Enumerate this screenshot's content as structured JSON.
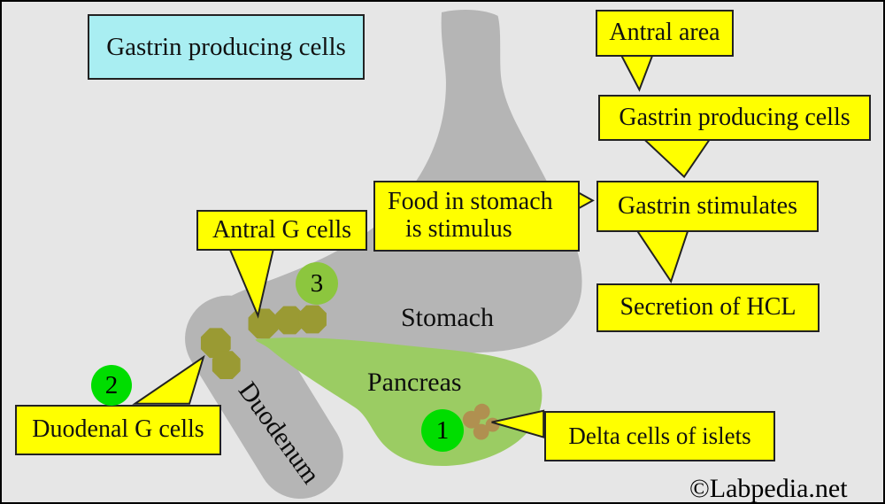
{
  "title": {
    "text": "Gastrin producing cells"
  },
  "callouts": {
    "antral_area": "Antral area",
    "gastrin_producing_cells": "Gastrin producing cells",
    "gastrin_stimulates": "Gastrin stimulates",
    "secretion_hcl": "Secretion of HCL",
    "food_line1": "Food in stomach",
    "food_line2": "is stimulus",
    "antral_g_cells": "Antral G cells",
    "duodenal_g_cells": "Duodenal G cells",
    "delta_cells": "Delta cells of islets"
  },
  "organ_labels": {
    "stomach": "Stomach",
    "pancreas": "Pancreas",
    "duodenum": "Duodenum"
  },
  "markers": {
    "one": "1",
    "two": "2",
    "three": "3"
  },
  "footer": {
    "copyright": "©Labpedia.net"
  },
  "colors": {
    "background": "#e6e6e6",
    "callout_fill": "#ffff00",
    "callout_border": "#222222",
    "title_fill": "#a9eef2",
    "organ_gray": "#b5b5b5",
    "pancreas_green": "#9bcc63",
    "marker_bright_green": "#00dd00",
    "marker_3_green": "#8cc63e",
    "g_cell_olive": "#9a9a33",
    "delta_cell_tan": "#b09050",
    "text": "#111111"
  }
}
